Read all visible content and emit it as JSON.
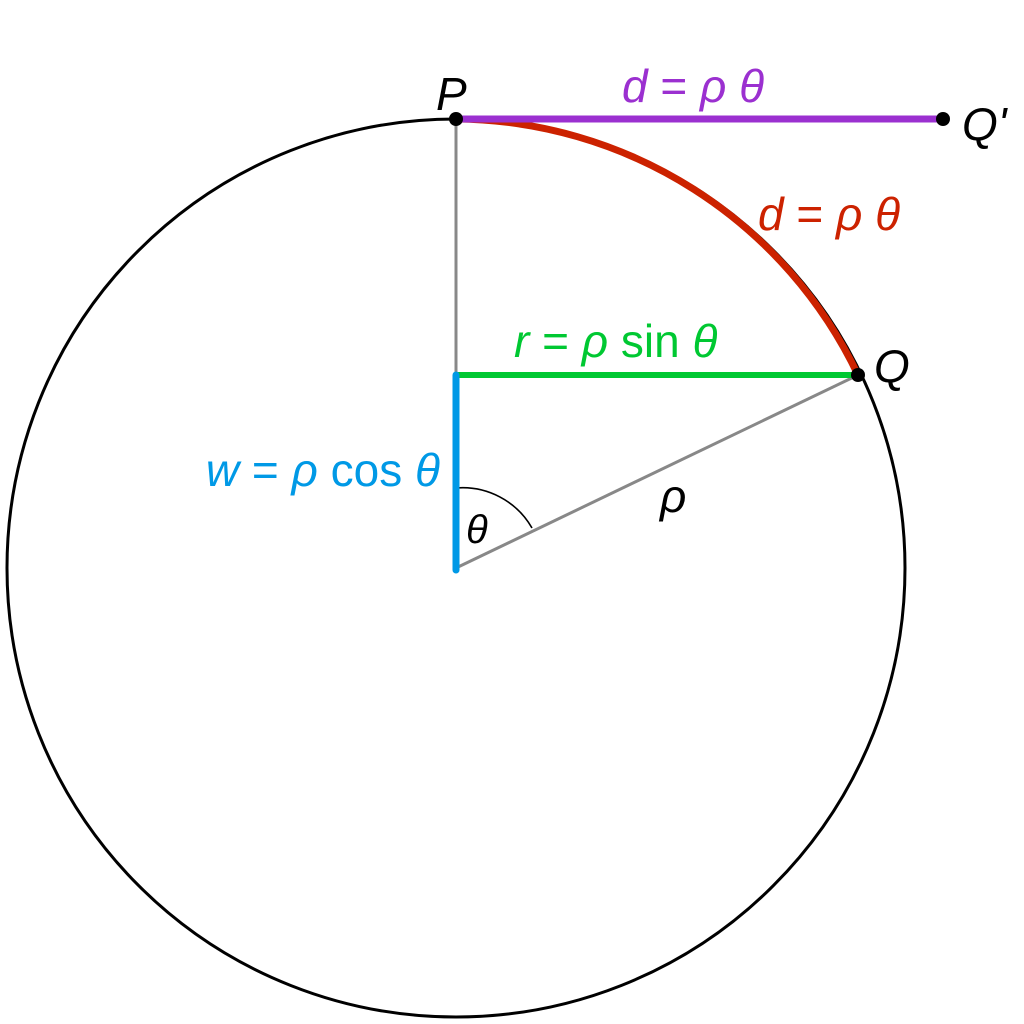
{
  "points": {
    "P": "P",
    "Q": "Q",
    "Q_prime": "Q'"
  },
  "labels": {
    "radius": "ρ",
    "angle": "θ",
    "planar_distance": {
      "var": "d",
      "eq": " = ",
      "rho": "ρ",
      "space": " ",
      "theta": "θ"
    },
    "arc_distance": {
      "var": "d",
      "eq": " = ",
      "rho": "ρ",
      "space": " ",
      "theta": "θ"
    },
    "horizontal": {
      "var": "r",
      "eq": " = ",
      "rho": "ρ",
      "func": " sin ",
      "theta": "θ"
    },
    "vertical": {
      "var": "w",
      "eq": " = ",
      "rho": "ρ",
      "func": " cos ",
      "theta": "θ"
    }
  },
  "colors": {
    "circle": "#000000",
    "radius_lines": "#888888",
    "planar_distance": "#9b30d0",
    "arc_distance": "#cc2200",
    "horizontal": "#00c832",
    "vertical": "#0099e6",
    "text": "#000000"
  }
}
